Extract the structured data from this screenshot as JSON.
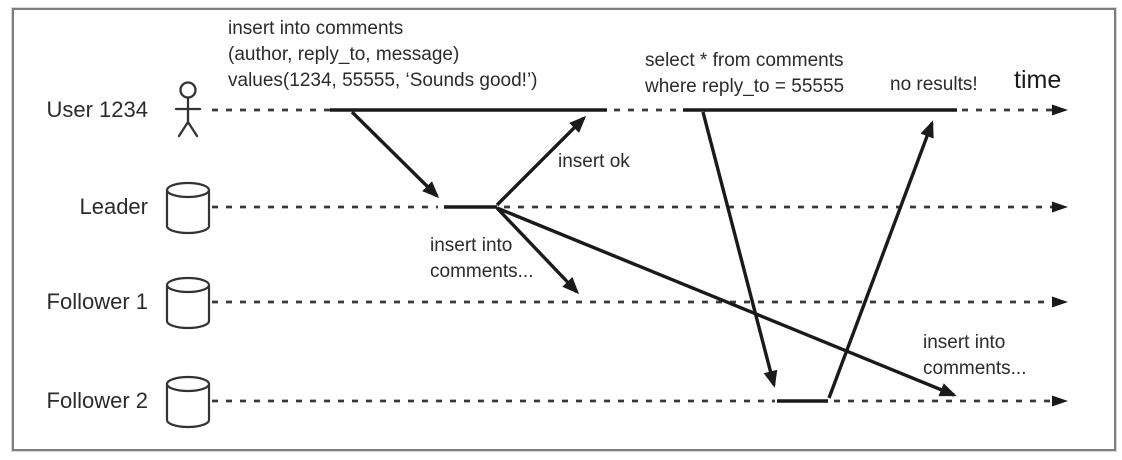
{
  "figure": {
    "time_label": "time",
    "actors": [
      {
        "label": "User 1234",
        "icon": "person-icon"
      },
      {
        "label": "Leader",
        "icon": "database-cylinder-icon"
      },
      {
        "label": "Follower 1",
        "icon": "database-cylinder-icon"
      },
      {
        "label": "Follower 2",
        "icon": "database-cylinder-icon"
      }
    ],
    "messages": [
      {
        "name": "insert-query",
        "from": "User 1234",
        "to": "Leader",
        "label_lines": [
          "insert into comments",
          "(author, reply_to, message)",
          "values(1234, 55555, ‘Sounds good!’)"
        ]
      },
      {
        "name": "insert-ok",
        "from": "Leader",
        "to": "User 1234",
        "label": "insert ok"
      },
      {
        "name": "replicate-to-follower-1",
        "from": "Leader",
        "to": "Follower 1",
        "label_lines": [
          "insert into",
          "comments..."
        ]
      },
      {
        "name": "replicate-to-follower-2",
        "from": "Leader",
        "to": "Follower 2",
        "label_lines": [
          "insert into",
          "comments..."
        ]
      },
      {
        "name": "select-query",
        "from": "User 1234",
        "to": "Follower 2",
        "label_lines": [
          "select * from comments",
          "where reply_to = 55555"
        ]
      },
      {
        "name": "no-results",
        "from": "Follower 2",
        "to": "User 1234",
        "label": "no results!"
      }
    ],
    "colors": {
      "lifeline_dash": "#3a3a3a",
      "solid_line": "#1a1a1a",
      "text": "#2b2b2b",
      "border": "#7e7e7e",
      "background": "#ffffff"
    }
  }
}
